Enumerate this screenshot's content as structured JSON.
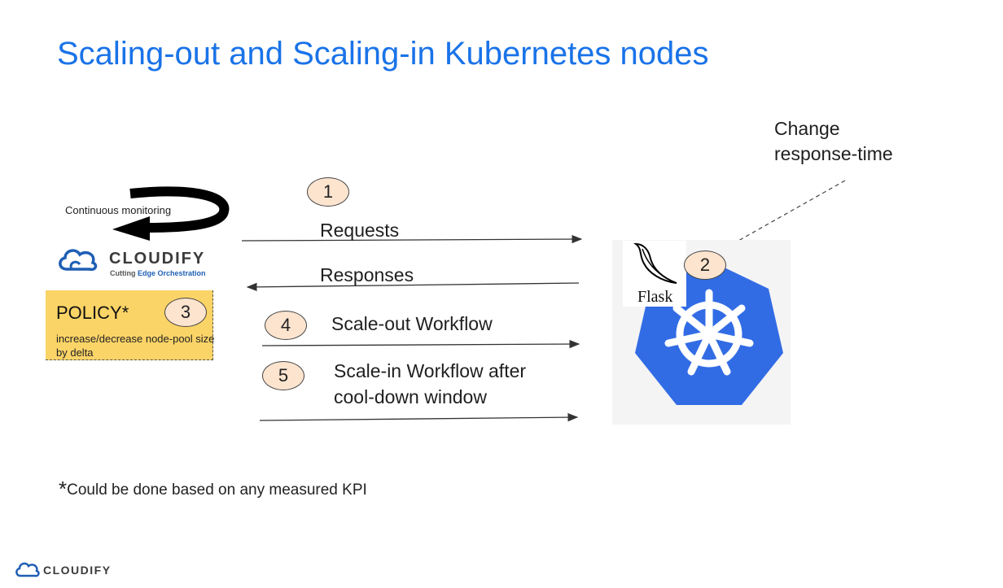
{
  "slide": {
    "title": "Scaling-out and Scaling-in Kubernetes nodes"
  },
  "change_note": {
    "line1": "Change",
    "line2": "response-time"
  },
  "monitoring": {
    "label": "Continuous monitoring"
  },
  "cloudify_logo": {
    "name": "CLOUDIFY",
    "tagline_a": "Cutting ",
    "tagline_b": "Edge Orchestration"
  },
  "policy": {
    "title": "POLICY*",
    "description": "increase/decrease node-pool size by delta"
  },
  "flows": {
    "requests": "Requests",
    "responses": "Responses",
    "scale_out": "Scale-out  Workflow",
    "scale_in_line1": "Scale-in Workflow after",
    "scale_in_line2": "cool-down window"
  },
  "badges": {
    "b1": "1",
    "b2": "2",
    "b3": "3",
    "b4": "4",
    "b5": "5"
  },
  "flask": {
    "label": "Flask"
  },
  "footnote": {
    "star": "*",
    "text": "Could be done based on any measured KPI"
  },
  "footer_logo": {
    "name": "CLOUDIFY"
  },
  "colors": {
    "title": "#1a73e8",
    "policy_bg": "#fbd467",
    "badge_bg": "#fde4cf",
    "kubernetes_blue": "#326ce5"
  }
}
